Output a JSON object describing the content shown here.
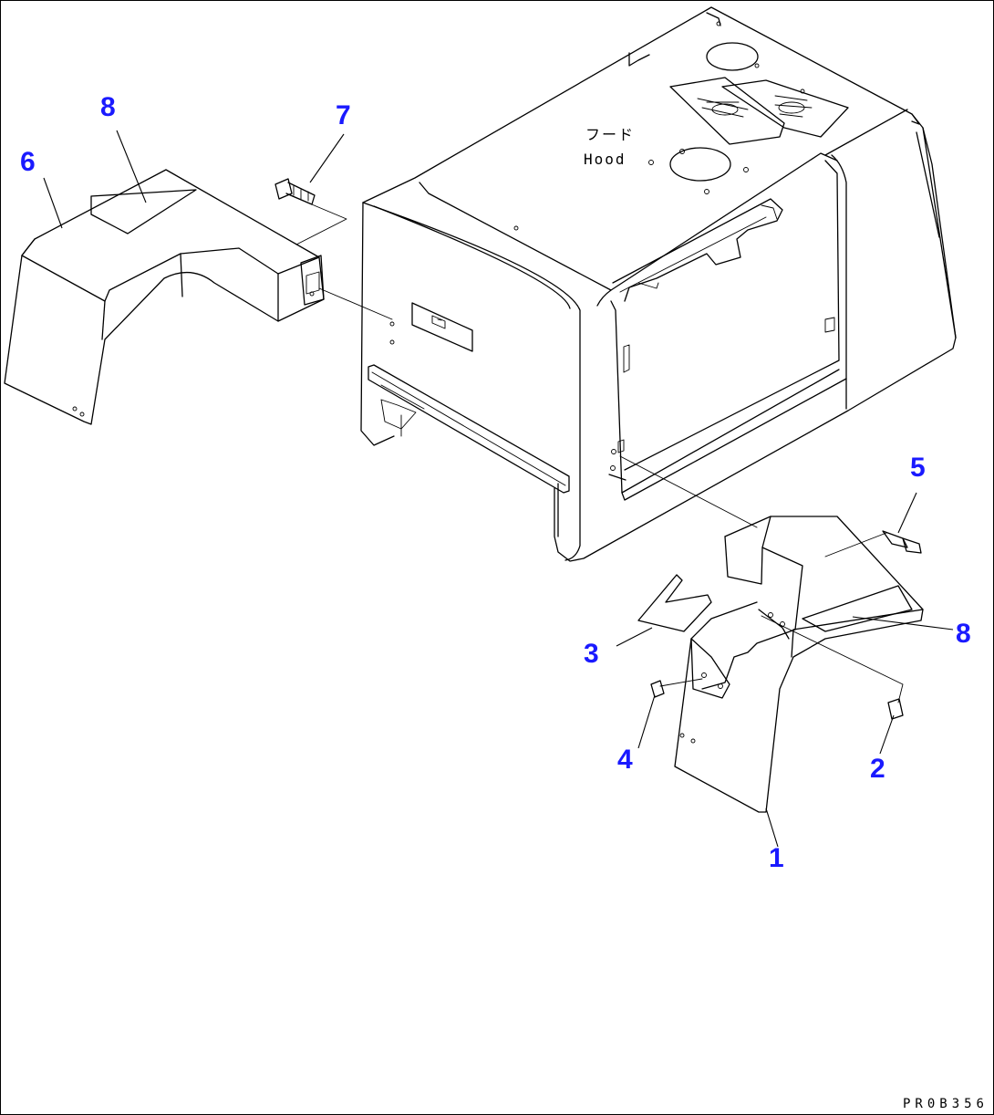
{
  "hood_label_jp": "フード",
  "hood_label_en": "Hood",
  "drawing_code": "PR0B356",
  "callouts": [
    {
      "id": "part-6",
      "label": "6"
    },
    {
      "id": "part-8a",
      "label": "8"
    },
    {
      "id": "part-7",
      "label": "7"
    },
    {
      "id": "part-5",
      "label": "5"
    },
    {
      "id": "part-8b",
      "label": "8"
    },
    {
      "id": "part-3",
      "label": "3"
    },
    {
      "id": "part-4",
      "label": "4"
    },
    {
      "id": "part-2",
      "label": "2"
    },
    {
      "id": "part-1",
      "label": "1"
    }
  ],
  "callout_color": "#1a1aff"
}
